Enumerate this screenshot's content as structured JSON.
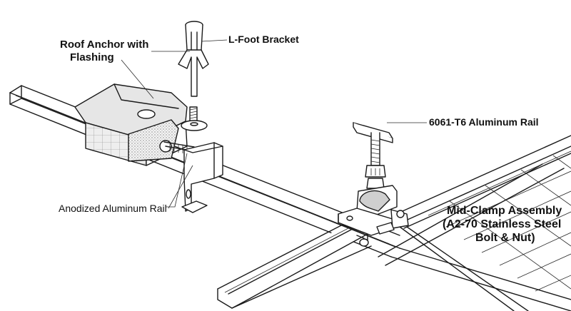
{
  "labels": {
    "roof_anchor_line1": "Roof Anchor with",
    "roof_anchor_line2": "Flashing",
    "l_foot": "L-Foot Bracket",
    "aluminum_6061": "6061-T6 Aluminum Rail",
    "anodized": "Anodized Aluminum Rail",
    "mid_clamp_line1": "Mid-Clamp Assembly",
    "mid_clamp_line2": "(A2-70 Stainless Steel",
    "mid_clamp_line3": "Bolt & Nut)"
  },
  "colors": {
    "ink": "#1a1a1a",
    "paper": "#ffffff",
    "shade": "#e6e6e6"
  }
}
